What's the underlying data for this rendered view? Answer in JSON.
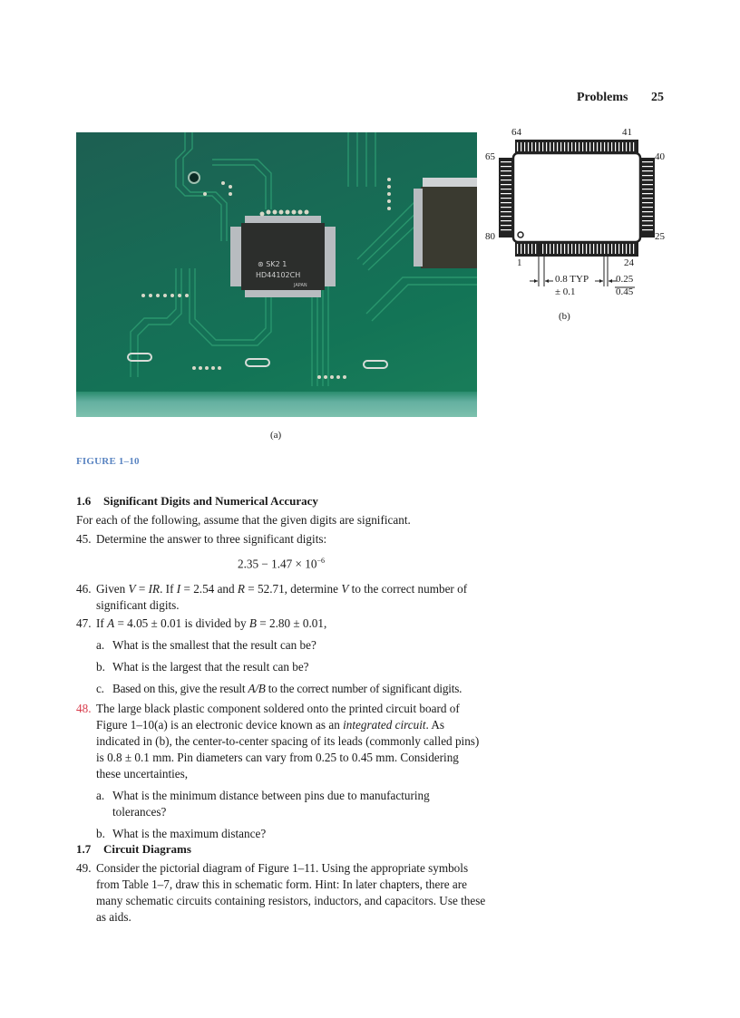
{
  "running_head": {
    "title": "Problems",
    "page_number": "25"
  },
  "figure": {
    "label": "FIGURE 1–10",
    "label_color": "#5b85c2",
    "panel_a": {
      "caption": "(a)",
      "chip_markings": [
        "SK2 1",
        "HD44102CH",
        "JAPAN"
      ]
    },
    "panel_b": {
      "caption": "(b)",
      "pin_labels": {
        "top_left": "64",
        "top_right": "41",
        "left_top": "65",
        "left_bottom": "80",
        "right_top": "40",
        "right_bottom": "25",
        "bottom_left": "1",
        "bottom_right": "24"
      },
      "dim_spacing": "0.8 TYP",
      "dim_tolerance": "± 0.1",
      "dim_diam_min": "0.25",
      "dim_diam_max": "0.45"
    }
  },
  "section_1_6": {
    "number": "1.6",
    "title": "Significant Digits and Numerical Accuracy",
    "intro": "For each of the following, assume that the given digits are significant.",
    "problems": {
      "p45": {
        "num": "45.",
        "text": "Determine the answer to three significant digits:",
        "equation": "2.35 − 1.47 × 10",
        "exponent": "−6"
      },
      "p46": {
        "num": "46.",
        "text_a": "Given ",
        "v": "V",
        "eq1": " = ",
        "ir": "IR",
        "text_b": ". If ",
        "i": "I",
        "text_c": " = 2.54 and ",
        "r": "R",
        "text_d": " = 52.71, determine ",
        "v2": "V",
        "text_e": " to the correct number of significant digits."
      },
      "p47": {
        "num": "47.",
        "text_a": "If ",
        "a": "A",
        "text_b": " = 4.05 ± 0.01 is divided by ",
        "b": "B",
        "text_c": " = 2.80 ± 0.01,",
        "subs": [
          {
            "l": "a.",
            "text": "What is the smallest that the result can be?"
          },
          {
            "l": "b.",
            "text": "What is the largest that the result can be?"
          },
          {
            "l": "c.",
            "text_a": "Based on this, give the result ",
            "ab": "A/B",
            "text_b": " to the correct number of significant digits."
          }
        ]
      },
      "p48": {
        "num": "48.",
        "num_color": "#d83a4a",
        "text_a": "The large black plastic component soldered onto the printed circuit board of Figure 1–10(a) is an electronic device known as an ",
        "em": "integrated circuit",
        "text_b": ". As indicated in (b), the center-to-center spacing of its leads (commonly called pins) is 0.8 ± 0.1 mm. Pin diameters can vary from 0.25 to 0.45 mm. Considering these uncertainties,",
        "subs": [
          {
            "l": "a.",
            "text": "What is the minimum distance between pins due to manufacturing tolerances?"
          },
          {
            "l": "b.",
            "text": "What is the maximum distance?"
          }
        ]
      }
    }
  },
  "section_1_7": {
    "number": "1.7",
    "title": "Circuit Diagrams",
    "p49": {
      "num": "49.",
      "text": "Consider the pictorial diagram of Figure 1–11. Using the appropriate symbols from Table 1–7, draw this in schematic form. Hint: In later chapters, there are many schematic circuits containing resistors, inductors, and capacitors. Use these as aids."
    }
  }
}
